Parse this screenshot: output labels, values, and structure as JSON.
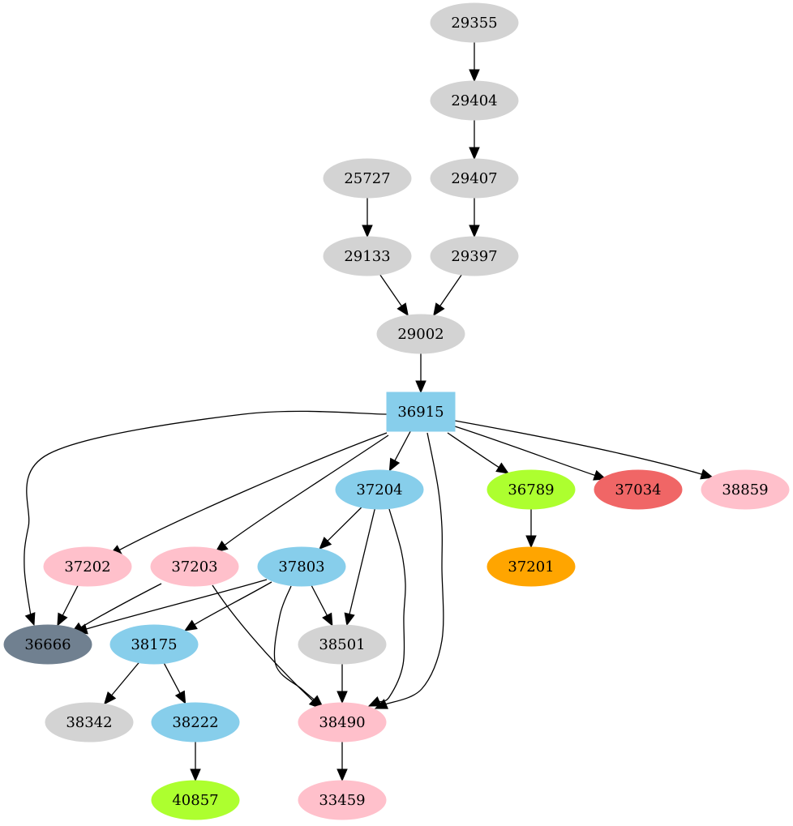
{
  "graph": {
    "type": "directed-graph",
    "nodes": [
      {
        "id": "29355",
        "label": "29355",
        "shape": "ellipse",
        "color": "#d3d3d3"
      },
      {
        "id": "29404",
        "label": "29404",
        "shape": "ellipse",
        "color": "#d3d3d3"
      },
      {
        "id": "25727",
        "label": "25727",
        "shape": "ellipse",
        "color": "#d3d3d3"
      },
      {
        "id": "29407",
        "label": "29407",
        "shape": "ellipse",
        "color": "#d3d3d3"
      },
      {
        "id": "29133",
        "label": "29133",
        "shape": "ellipse",
        "color": "#d3d3d3"
      },
      {
        "id": "29397",
        "label": "29397",
        "shape": "ellipse",
        "color": "#d3d3d3"
      },
      {
        "id": "29002",
        "label": "29002",
        "shape": "ellipse",
        "color": "#d3d3d3"
      },
      {
        "id": "36915",
        "label": "36915",
        "shape": "box",
        "color": "#87ceeb"
      },
      {
        "id": "37204",
        "label": "37204",
        "shape": "ellipse",
        "color": "#87ceeb"
      },
      {
        "id": "36789",
        "label": "36789",
        "shape": "ellipse",
        "color": "#adff2f"
      },
      {
        "id": "37034",
        "label": "37034",
        "shape": "ellipse",
        "color": "#f06666"
      },
      {
        "id": "38859",
        "label": "38859",
        "shape": "ellipse",
        "color": "#ffc0cb"
      },
      {
        "id": "37202",
        "label": "37202",
        "shape": "ellipse",
        "color": "#ffc0cb"
      },
      {
        "id": "37203",
        "label": "37203",
        "shape": "ellipse",
        "color": "#ffc0cb"
      },
      {
        "id": "37803",
        "label": "37803",
        "shape": "ellipse",
        "color": "#87ceeb"
      },
      {
        "id": "37201",
        "label": "37201",
        "shape": "ellipse",
        "color": "#ffa500"
      },
      {
        "id": "36666",
        "label": "36666",
        "shape": "ellipse",
        "color": "#708090"
      },
      {
        "id": "38175",
        "label": "38175",
        "shape": "ellipse",
        "color": "#87ceeb"
      },
      {
        "id": "38501",
        "label": "38501",
        "shape": "ellipse",
        "color": "#d3d3d3"
      },
      {
        "id": "38342",
        "label": "38342",
        "shape": "ellipse",
        "color": "#d3d3d3"
      },
      {
        "id": "38222",
        "label": "38222",
        "shape": "ellipse",
        "color": "#87ceeb"
      },
      {
        "id": "38490",
        "label": "38490",
        "shape": "ellipse",
        "color": "#ffc0cb"
      },
      {
        "id": "40857",
        "label": "40857",
        "shape": "ellipse",
        "color": "#adff2f"
      },
      {
        "id": "33459",
        "label": "33459",
        "shape": "ellipse",
        "color": "#ffc0cb"
      }
    ],
    "edges": [
      {
        "from": "29355",
        "to": "29404"
      },
      {
        "from": "29404",
        "to": "29407"
      },
      {
        "from": "25727",
        "to": "29133"
      },
      {
        "from": "29407",
        "to": "29397"
      },
      {
        "from": "29133",
        "to": "29002"
      },
      {
        "from": "29397",
        "to": "29002"
      },
      {
        "from": "29002",
        "to": "36915"
      },
      {
        "from": "36915",
        "to": "36666"
      },
      {
        "from": "36915",
        "to": "37202"
      },
      {
        "from": "36915",
        "to": "37203"
      },
      {
        "from": "36915",
        "to": "37204"
      },
      {
        "from": "36915",
        "to": "38490"
      },
      {
        "from": "36915",
        "to": "36789"
      },
      {
        "from": "36915",
        "to": "37034"
      },
      {
        "from": "36915",
        "to": "38859"
      },
      {
        "from": "37204",
        "to": "37803"
      },
      {
        "from": "37204",
        "to": "38501"
      },
      {
        "from": "37204",
        "to": "38490"
      },
      {
        "from": "36789",
        "to": "37201"
      },
      {
        "from": "37202",
        "to": "36666"
      },
      {
        "from": "37203",
        "to": "36666"
      },
      {
        "from": "37203",
        "to": "38490"
      },
      {
        "from": "37803",
        "to": "36666"
      },
      {
        "from": "37803",
        "to": "38175"
      },
      {
        "from": "37803",
        "to": "38501"
      },
      {
        "from": "37803",
        "to": "38490"
      },
      {
        "from": "38501",
        "to": "38490"
      },
      {
        "from": "38175",
        "to": "38342"
      },
      {
        "from": "38175",
        "to": "38222"
      },
      {
        "from": "38222",
        "to": "40857"
      },
      {
        "from": "38490",
        "to": "33459"
      }
    ]
  }
}
